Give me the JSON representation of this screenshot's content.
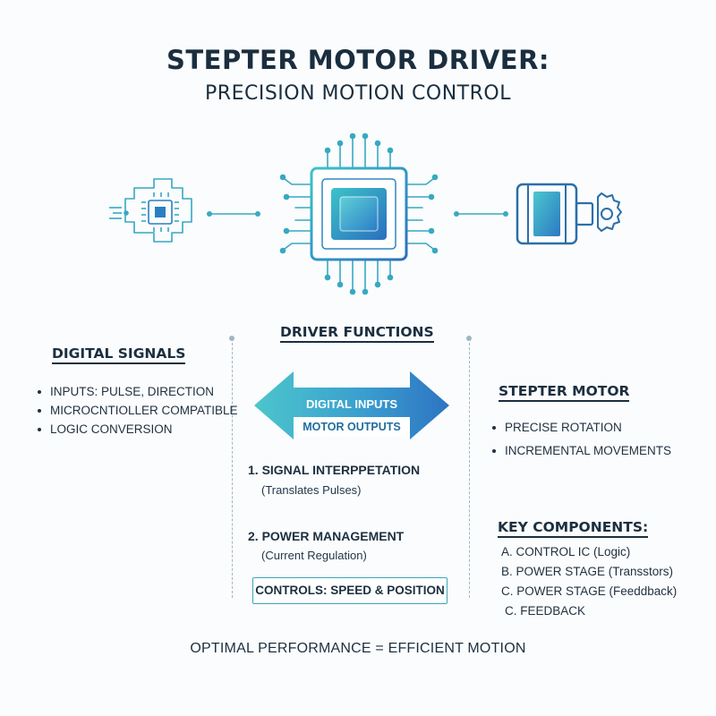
{
  "header": {
    "title": "STEPTER MOTOR DRIVER:",
    "subtitle": "PRECISION MOTION CONTROL"
  },
  "left": {
    "heading": "DIGITAL SIGNALS",
    "items": [
      "INPUTS: PULSE, DIRECTION",
      "MICROCNTIOLLER COMPATIBLE",
      "LOGIC CONVERSION"
    ]
  },
  "center": {
    "heading": "DRIVER FUNCTIONS",
    "arrow_top_label": "DIGITAL INPUTS",
    "arrow_bottom_label": "MOTOR OUTPUTS",
    "functions": [
      {
        "title": "1. SIGNAL INTERPPETATION",
        "sub": "(Translates Pulses)"
      },
      {
        "title": "2. POWER MANAGEMENT",
        "sub": "(Current Regulation)"
      }
    ],
    "controls_box": "CONTROLS: SPEED & POSITION"
  },
  "right": {
    "heading": "STEPTER MOTOR",
    "items": [
      "PRECISE ROTATION",
      "INCREMENTAL MOVEMENTS"
    ],
    "key_heading": "KEY COMPONENTS:",
    "key_items": [
      "A. CONTROL IC (Logic)",
      "B. POWER STAGE (Transstors)",
      "C. POWER STAGE (Feeddback)",
      "C. FEEDBACK"
    ]
  },
  "footer": "OPTIMAL PERFORMANCE = EFFICIENT MOTION",
  "colors": {
    "teal": "#3fb6c4",
    "blue": "#2a7fc0",
    "navy": "#1a2e3f"
  },
  "icons": [
    "microcontroller-icon",
    "driver-chip-icon",
    "stepper-motor-icon"
  ]
}
